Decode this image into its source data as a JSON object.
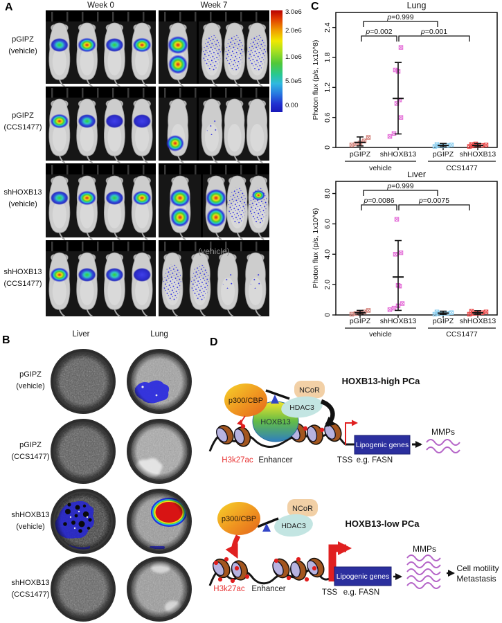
{
  "panel_a": {
    "label": "A",
    "col_headers": [
      "Week 0",
      "Week 7"
    ],
    "row_labels": [
      {
        "line1": "pGIPZ",
        "line2": "(vehicle)"
      },
      {
        "line1": "pGIPZ",
        "line2": "(CCS1477)"
      },
      {
        "line1": "shHOXB13",
        "line2": "(vehicle)"
      },
      {
        "line1": "shHOXB13",
        "line2": "(CCS1477)"
      }
    ],
    "week7_overlay": "(vehicle)",
    "colorbar_labels": [
      "3.0e6",
      "2.0e6",
      "1.0e6",
      "5.0e5",
      "0.00"
    ]
  },
  "panel_b": {
    "label": "B",
    "col_headers": [
      "Liver",
      "Lung"
    ],
    "row_labels": [
      {
        "line1": "pGIPZ",
        "line2": "(vehicle)"
      },
      {
        "line1": "pGIPZ",
        "line2": "(CCS1477)"
      },
      {
        "line1": "shHOXB13",
        "line2": "(vehicle)"
      },
      {
        "line1": "shHOXB13",
        "line2": "(CCS1477)"
      }
    ]
  },
  "panel_c": {
    "label": "C"
  },
  "panel_d": {
    "label": "D",
    "high": {
      "title": "HOXB13-high PCa",
      "p300": "p300/CBP",
      "ncor": "NCoR",
      "hdac3": "HDAC3",
      "hoxb13": "HOXB13",
      "h3k27ac": "H3k27ac",
      "enhancer": "Enhancer",
      "tss": "TSS",
      "fasn": "e.g. FASN",
      "genes": "Lipogenic genes",
      "mmps": "MMPs"
    },
    "low": {
      "title": "HOXB13-low PCa",
      "p300": "p300/CBP",
      "ncor": "NCoR",
      "hdac3": "HDAC3",
      "h3k27ac": "H3k27ac",
      "enhancer": "Enhancer",
      "tss": "TSS",
      "fasn": "e.g. FASN",
      "genes": "Lipogenic genes",
      "mmps": "MMPs",
      "outcome1": "Cell motility",
      "outcome2": "Metastasis"
    }
  },
  "chart_data": [
    {
      "type": "scatter",
      "title": "Lung",
      "ylabel": "Photon flux (p/s, 1x10^8)",
      "ylim": [
        0,
        2.7
      ],
      "yticks": [
        0,
        0.6,
        1.2,
        1.8,
        2.4
      ],
      "ytick_labels": [
        "0",
        "0.6",
        "1.2",
        "1.8",
        "2.4"
      ],
      "groups": [
        "pGIPZ",
        "shHOXB13",
        "pGIPZ",
        "shHOXB13"
      ],
      "group_conditions": [
        {
          "label": "vehicle",
          "span": [
            0,
            1
          ]
        },
        {
          "label": "CCS1477",
          "span": [
            2,
            3
          ]
        }
      ],
      "series": [
        {
          "name": "pGIPZ vehicle",
          "color": "#d4837c",
          "values": [
            0.05,
            0.07,
            0.09,
            0.13,
            0.2
          ],
          "mean": 0.1,
          "err_lo": 0.03,
          "err_hi": 0.21
        },
        {
          "name": "shHOXB13 vehicle",
          "color": "#e46fd8",
          "values": [
            0.22,
            0.28,
            0.6,
            0.88,
            0.95,
            1.52,
            1.55,
            2.0
          ],
          "mean": 0.98,
          "err_lo": 0.27,
          "err_hi": 1.7
        },
        {
          "name": "pGIPZ CCS1477",
          "color": "#8fd0f0",
          "values": [
            0.02,
            0.03,
            0.03,
            0.04,
            0.05,
            0.06
          ],
          "mean": 0.04,
          "err_lo": 0.01,
          "err_hi": 0.08
        },
        {
          "name": "shHOXB13 CCS1477",
          "color": "#e84545",
          "values": [
            0.02,
            0.03,
            0.04,
            0.04,
            0.05,
            0.06,
            0.07
          ],
          "mean": 0.04,
          "err_lo": 0.01,
          "err_hi": 0.08
        }
      ],
      "comparisons": [
        {
          "a": 0,
          "b": 2,
          "label": "p=0.999",
          "level": 2,
          "inset": [
            5,
            -8
          ]
        },
        {
          "a": 0,
          "b": 1,
          "label": "p=0.002",
          "level": 1,
          "inset": [
            2,
            -2
          ]
        },
        {
          "a": 1,
          "b": 3,
          "label": "p=0.001",
          "level": 1,
          "inset": [
            1,
            -12
          ]
        }
      ]
    },
    {
      "type": "scatter",
      "title": "Liver",
      "ylabel": "Photon flux (p/s, 1x10^6)",
      "ylim": [
        0,
        8.8
      ],
      "yticks": [
        0,
        2.0,
        4.0,
        6.0,
        8.0
      ],
      "ytick_labels": [
        "0",
        "2.0",
        "4.0",
        "6.0",
        "8.0"
      ],
      "groups": [
        "pGIPZ",
        "shHOXB13",
        "pGIPZ",
        "shHOXB13"
      ],
      "group_conditions": [
        {
          "label": "vehicle",
          "span": [
            0,
            1
          ]
        },
        {
          "label": "CCS1477",
          "span": [
            2,
            3
          ]
        }
      ],
      "series": [
        {
          "name": "pGIPZ vehicle",
          "color": "#d4837c",
          "values": [
            0.05,
            0.1,
            0.15,
            0.2,
            0.3
          ],
          "mean": 0.15,
          "err_lo": 0.05,
          "err_hi": 0.3
        },
        {
          "name": "shHOXB13 vehicle",
          "color": "#e46fd8",
          "values": [
            0.35,
            0.45,
            0.6,
            0.75,
            1.9,
            1.95,
            4.0,
            4.1,
            6.3
          ],
          "mean": 2.5,
          "err_lo": 0.3,
          "err_hi": 4.9
        },
        {
          "name": "pGIPZ CCS1477",
          "color": "#8fd0f0",
          "values": [
            0.05,
            0.08,
            0.1,
            0.12,
            0.15,
            0.2
          ],
          "mean": 0.12,
          "err_lo": 0.04,
          "err_hi": 0.25
        },
        {
          "name": "shHOXB13 CCS1477",
          "color": "#e84545",
          "values": [
            0.05,
            0.1,
            0.12,
            0.15,
            0.2,
            0.25
          ],
          "mean": 0.14,
          "err_lo": 0.04,
          "err_hi": 0.28
        }
      ],
      "comparisons": [
        {
          "a": 0,
          "b": 2,
          "label": "p=0.999",
          "level": 2,
          "inset": [
            5,
            -8
          ]
        },
        {
          "a": 0,
          "b": 1,
          "label": "p=0.0086",
          "level": 1,
          "inset": [
            2,
            -2
          ]
        },
        {
          "a": 1,
          "b": 3,
          "label": "p=0.0075",
          "level": 1,
          "inset": [
            1,
            -12
          ]
        }
      ]
    }
  ]
}
